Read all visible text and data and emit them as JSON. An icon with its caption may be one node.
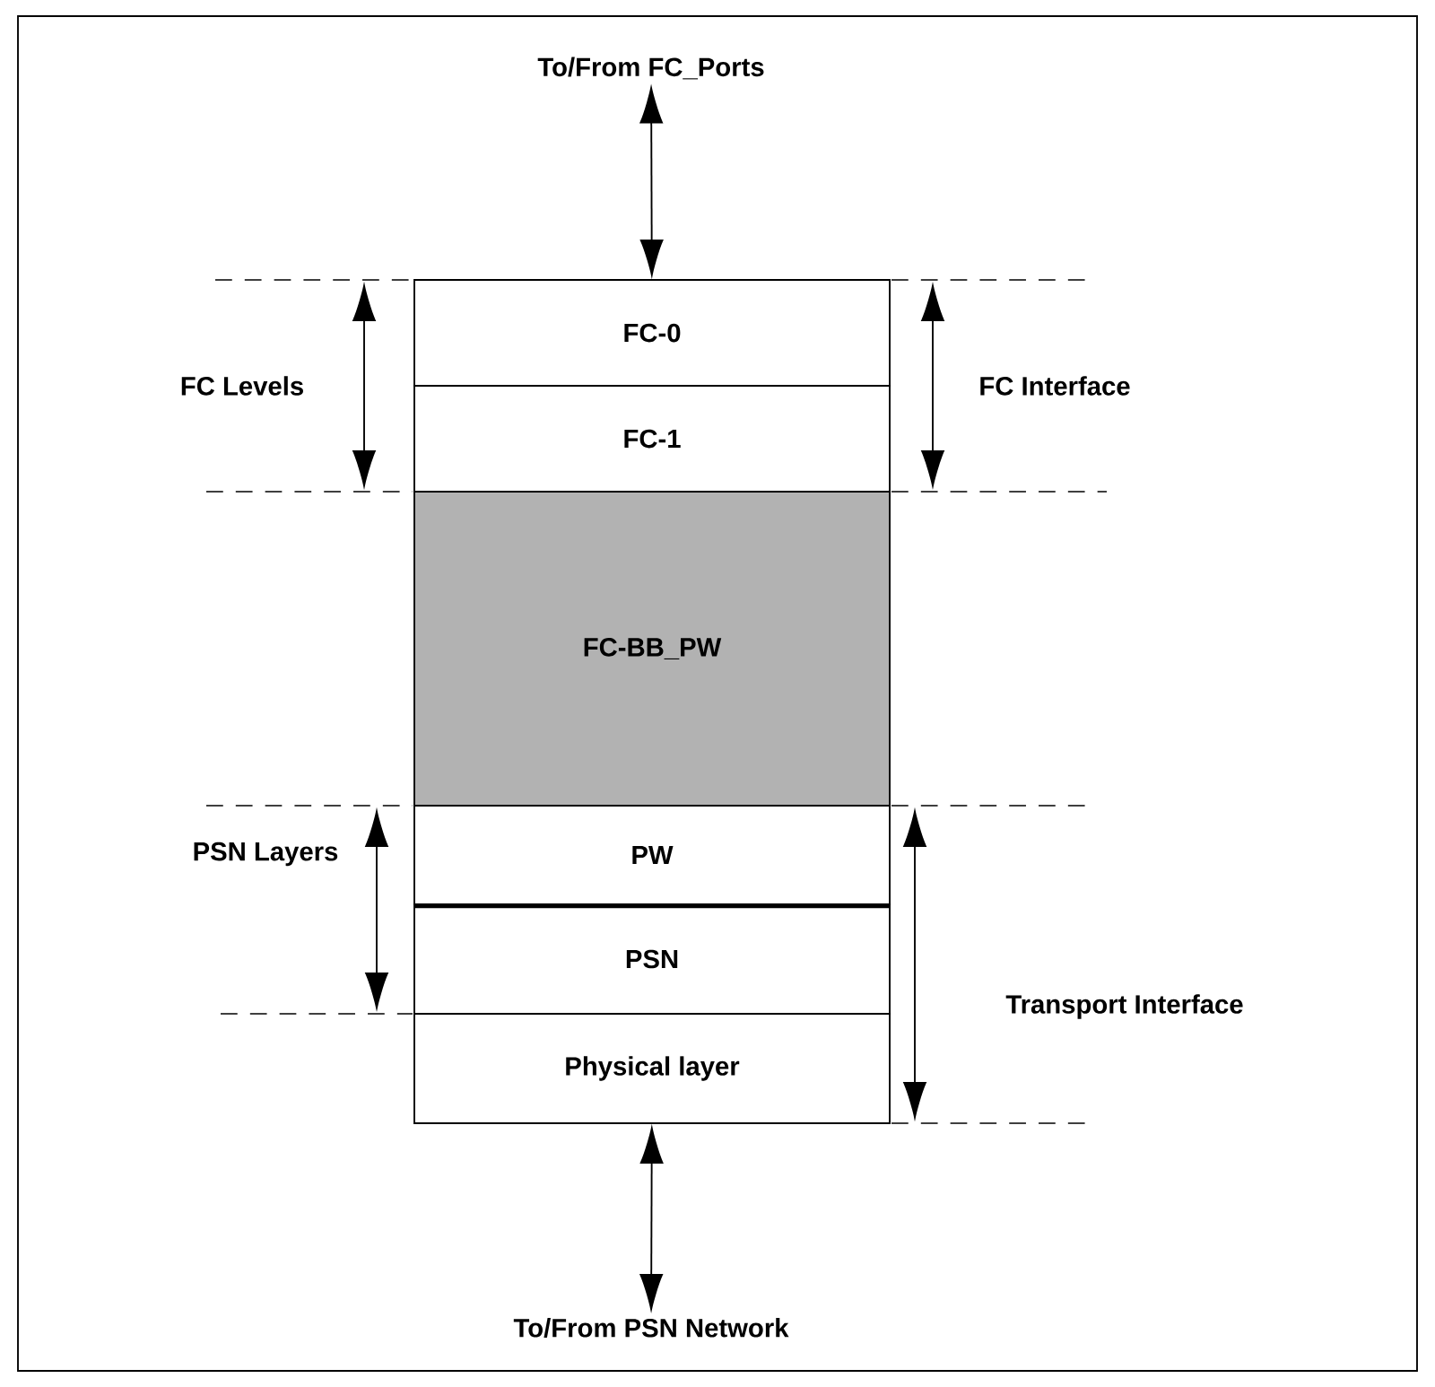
{
  "diagram": {
    "nodes": [
      {
        "text": [
          "To/From FC_Ports"
        ]
      },
      {
        "text": [
          "FC-0"
        ]
      },
      {
        "text": [
          "FC-1"
        ]
      },
      {
        "text": [
          "FC-BB_PW"
        ]
      },
      {
        "text": [
          "PW"
        ]
      },
      {
        "text": [
          "PSN"
        ]
      },
      {
        "text": [
          "Physical layer"
        ]
      },
      {
        "text": [
          "To/From PSN Network"
        ]
      }
    ],
    "edges": [
      {
        "from": 0,
        "to": 1,
        "arrow": "both"
      },
      {
        "from": 6,
        "to": 7,
        "arrow": "both"
      }
    ],
    "labels": [
      "FC Levels",
      "FC Interface",
      "PSN Layers",
      "Transport Interface"
    ]
  }
}
